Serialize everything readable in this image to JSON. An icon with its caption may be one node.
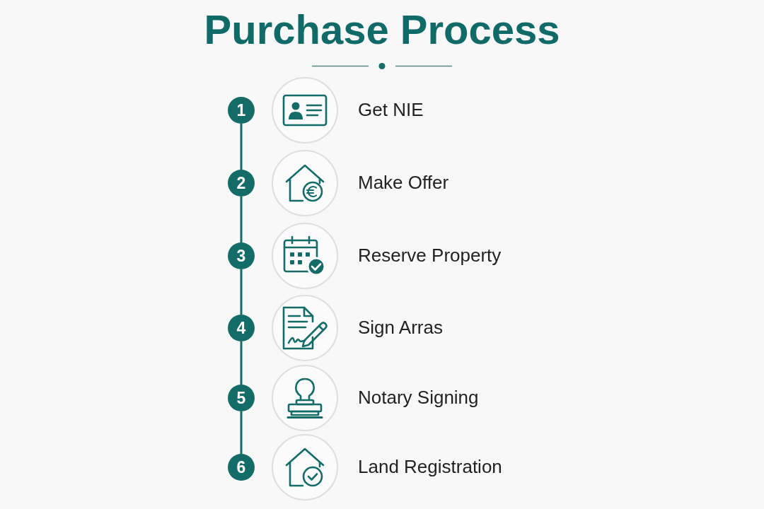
{
  "diagram": {
    "title": "Purchase Process",
    "nodes": [
      {
        "text": [
          "1"
        ]
      },
      {
        "text": [],
        "shape": "circle",
        "beside": [
          "Get NIE"
        ]
      },
      {
        "text": [
          "2"
        ]
      },
      {
        "text": [],
        "shape": "circle",
        "beside": [
          "Make Offer"
        ]
      },
      {
        "text": [
          "3"
        ]
      },
      {
        "text": [],
        "shape": "circle",
        "beside": [
          "Reserve Property"
        ]
      },
      {
        "text": [
          "4"
        ]
      },
      {
        "text": [],
        "shape": "circle",
        "beside": [
          "Sign Arras"
        ]
      },
      {
        "text": [
          "5"
        ]
      },
      {
        "text": [],
        "shape": "circle",
        "beside": [
          "Notary Signing"
        ]
      },
      {
        "text": [
          "6"
        ]
      },
      {
        "text": [],
        "shape": "circle",
        "beside": [
          "Land Registration"
        ]
      }
    ],
    "edges": [
      {
        "from": 0,
        "to": 2,
        "arrow": "none"
      },
      {
        "from": 2,
        "to": 4,
        "arrow": "none"
      },
      {
        "from": 4,
        "to": 6,
        "arrow": "none"
      },
      {
        "from": 6,
        "to": 8,
        "arrow": "none"
      },
      {
        "from": 8,
        "to": 10,
        "arrow": "none"
      }
    ]
  }
}
